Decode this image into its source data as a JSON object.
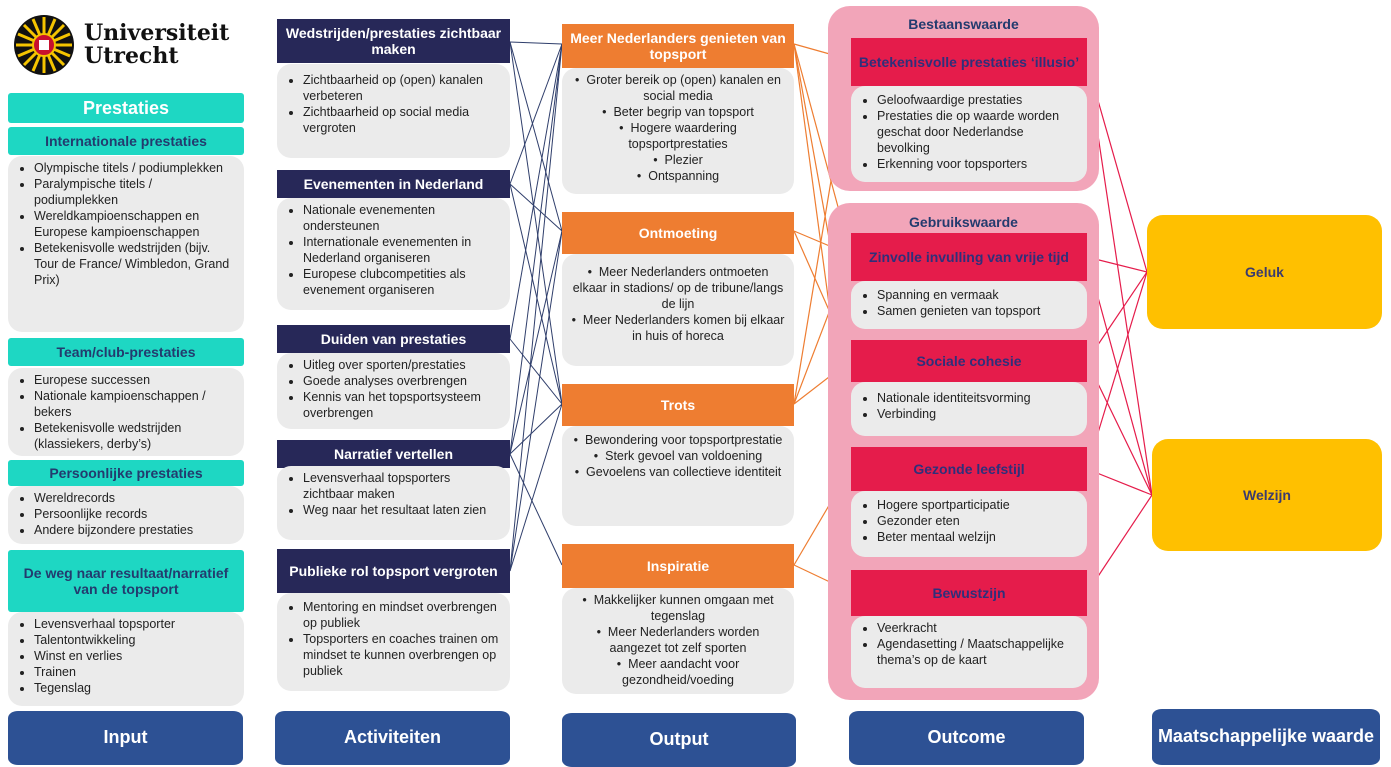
{
  "logo": {
    "line1": "Universiteit",
    "line2": "Utrecht"
  },
  "colors": {
    "teal": "#1ed7c3",
    "navy": "#272858",
    "orange": "#ee7d31",
    "red": "#e51c4b",
    "pink": "#f2a5b9",
    "gold": "#ffc000",
    "footer": "#2d5194"
  },
  "input": {
    "title": "Prestaties",
    "sections": [
      {
        "title": "Internationale prestaties",
        "items": [
          "Olympische titels / podiumplekken",
          "Paralympische titels / podiumplekken",
          "Wereldkampioenschappen en Europese kampioenschappen",
          "Betekenisvolle wedstrijden (bijv. Tour de France/ Wimbledon, Grand Prix)"
        ]
      },
      {
        "title": "Team/club-prestaties",
        "items": [
          "Europese successen",
          "Nationale kampioenschappen / bekers",
          "Betekenisvolle wedstrijden (klassiekers, derby’s)"
        ]
      },
      {
        "title": "Persoonlijke prestaties",
        "items": [
          "Wereldrecords",
          "Persoonlijke records",
          "Andere bijzondere prestaties"
        ]
      },
      {
        "title": "De weg naar resultaat/narratief van de topsport",
        "items": [
          "Levensverhaal topsporter",
          "Talentontwikkeling",
          "Winst en verlies",
          "Trainen",
          "Tegenslag"
        ]
      }
    ]
  },
  "activities": [
    {
      "title": "Wedstrijden/prestaties zichtbaar maken",
      "items": [
        "Zichtbaarheid op (open) kanalen verbeteren",
        "Zichtbaarheid op social media vergroten"
      ]
    },
    {
      "title": "Evenementen in Nederland",
      "items": [
        "Nationale evenementen ondersteunen",
        "Internationale evenementen in Nederland organiseren",
        "Europese clubcompetities als evenement organiseren"
      ]
    },
    {
      "title": "Duiden van prestaties",
      "items": [
        "Uitleg over sporten/prestaties",
        "Goede analyses overbrengen",
        "Kennis van het topsportsysteem overbrengen"
      ]
    },
    {
      "title": "Narratief vertellen",
      "items": [
        "Levensverhaal topsporters zichtbaar maken",
        "Weg naar het resultaat laten zien"
      ]
    },
    {
      "title": "Publieke rol topsport vergroten",
      "items": [
        "Mentoring en mindset overbrengen op publiek",
        "Topsporters en coaches trainen om mindset te kunnen overbrengen op publiek"
      ]
    }
  ],
  "outputs": [
    {
      "title": "Meer Nederlanders genieten van topsport",
      "items": [
        "Groter bereik op (open) kanalen en social media",
        "Beter begrip van topsport",
        "Hogere waardering topsportprestaties",
        "Plezier",
        "Ontspanning"
      ]
    },
    {
      "title": "Ontmoeting",
      "items": [
        "Meer Nederlanders ontmoeten elkaar in stadions/ op de tribune/langs de lijn",
        "Meer Nederlanders komen bij elkaar in huis of horeca"
      ]
    },
    {
      "title": "Trots",
      "items": [
        "Bewondering voor topsportprestatie",
        "Sterk gevoel van voldoening",
        "Gevoelens van collectieve identiteit"
      ]
    },
    {
      "title": "Inspiratie",
      "items": [
        "Makkelijker kunnen omgaan met tegenslag",
        "Meer Nederlanders worden aangezet tot zelf sporten",
        "Meer aandacht voor gezondheid/voeding"
      ]
    }
  ],
  "outcome": {
    "groups": [
      {
        "title": "Bestaanswaarde"
      },
      {
        "title": "Gebruikswaarde"
      }
    ],
    "items": [
      {
        "title": "Betekenisvolle prestaties ‘illusio’",
        "items": [
          "Geloofwaardige prestaties",
          "Prestaties die op waarde worden geschat door Nederlandse bevolking",
          "Erkenning voor topsporters"
        ]
      },
      {
        "title": "Zinvolle invulling van vrije tijd",
        "items": [
          "Spanning en vermaak",
          "Samen genieten van topsport"
        ]
      },
      {
        "title": "Sociale cohesie",
        "items": [
          "Nationale identiteitsvorming",
          "Verbinding"
        ]
      },
      {
        "title": "Gezonde leefstijl",
        "items": [
          "Hogere sportparticipatie",
          "Gezonder eten",
          "Beter mentaal welzijn"
        ]
      },
      {
        "title": "Bewustzijn",
        "items": [
          "Veerkracht",
          "Agendasetting / Maatschappelijke thema’s op de kaart"
        ]
      }
    ]
  },
  "values": [
    "Geluk",
    "Welzijn"
  ],
  "footer": [
    "Input",
    "Activiteiten",
    "Output",
    "Outcome",
    "Maatschappelijke waarde"
  ]
}
